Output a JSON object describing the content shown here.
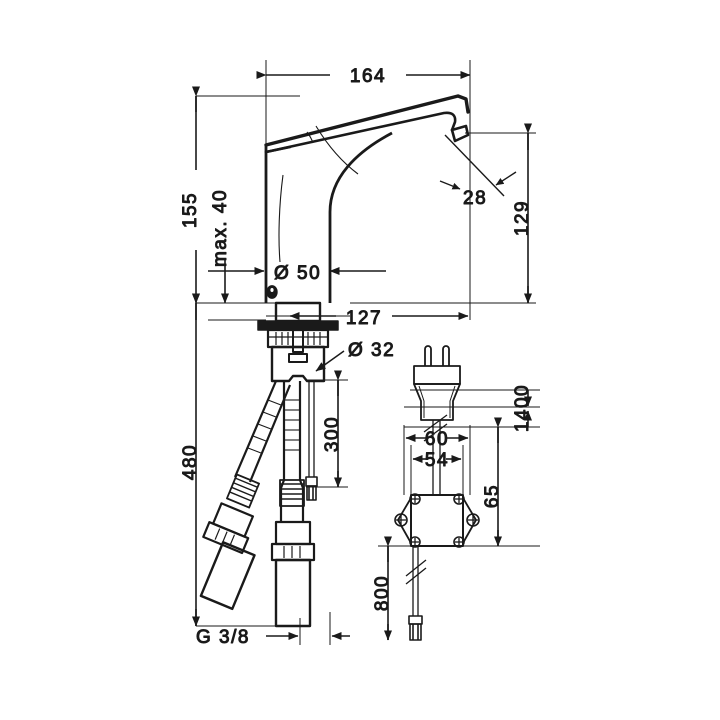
{
  "drawing": {
    "title": "Electronic basin mixer technical dimension drawing",
    "background_color": "#ffffff",
    "line_color": "#1a1a1a",
    "units": "mm"
  },
  "dimensions": {
    "spout_reach": "164",
    "total_height": "155",
    "max_deck_thickness": "max. 40",
    "body_diameter": "Ø 50",
    "spout_angle": "28",
    "spout_height": "129",
    "spout_projection": "127",
    "shank_diameter": "Ø 32",
    "sensor_cable_length": "300",
    "hose_length": "480",
    "thread_size": "G 3/8",
    "box_width_outer": "60",
    "box_width_inner": "54",
    "mains_cable_length": "1400",
    "box_height": "65",
    "low_voltage_cable_length": "800"
  },
  "parts": {
    "faucet_body": "faucet-body",
    "spout": "spout",
    "sensor_window": "sensor-window",
    "mounting_shank": "mounting-shank",
    "flexible_hose_hot": "flexible-hose-left",
    "flexible_hose_cold": "flexible-hose-right",
    "sensor_cable": "sensor-cable",
    "power_supply_box": "power-supply-box",
    "mains_plug": "mains-plug",
    "low_voltage_connector": "low-voltage-connector"
  }
}
